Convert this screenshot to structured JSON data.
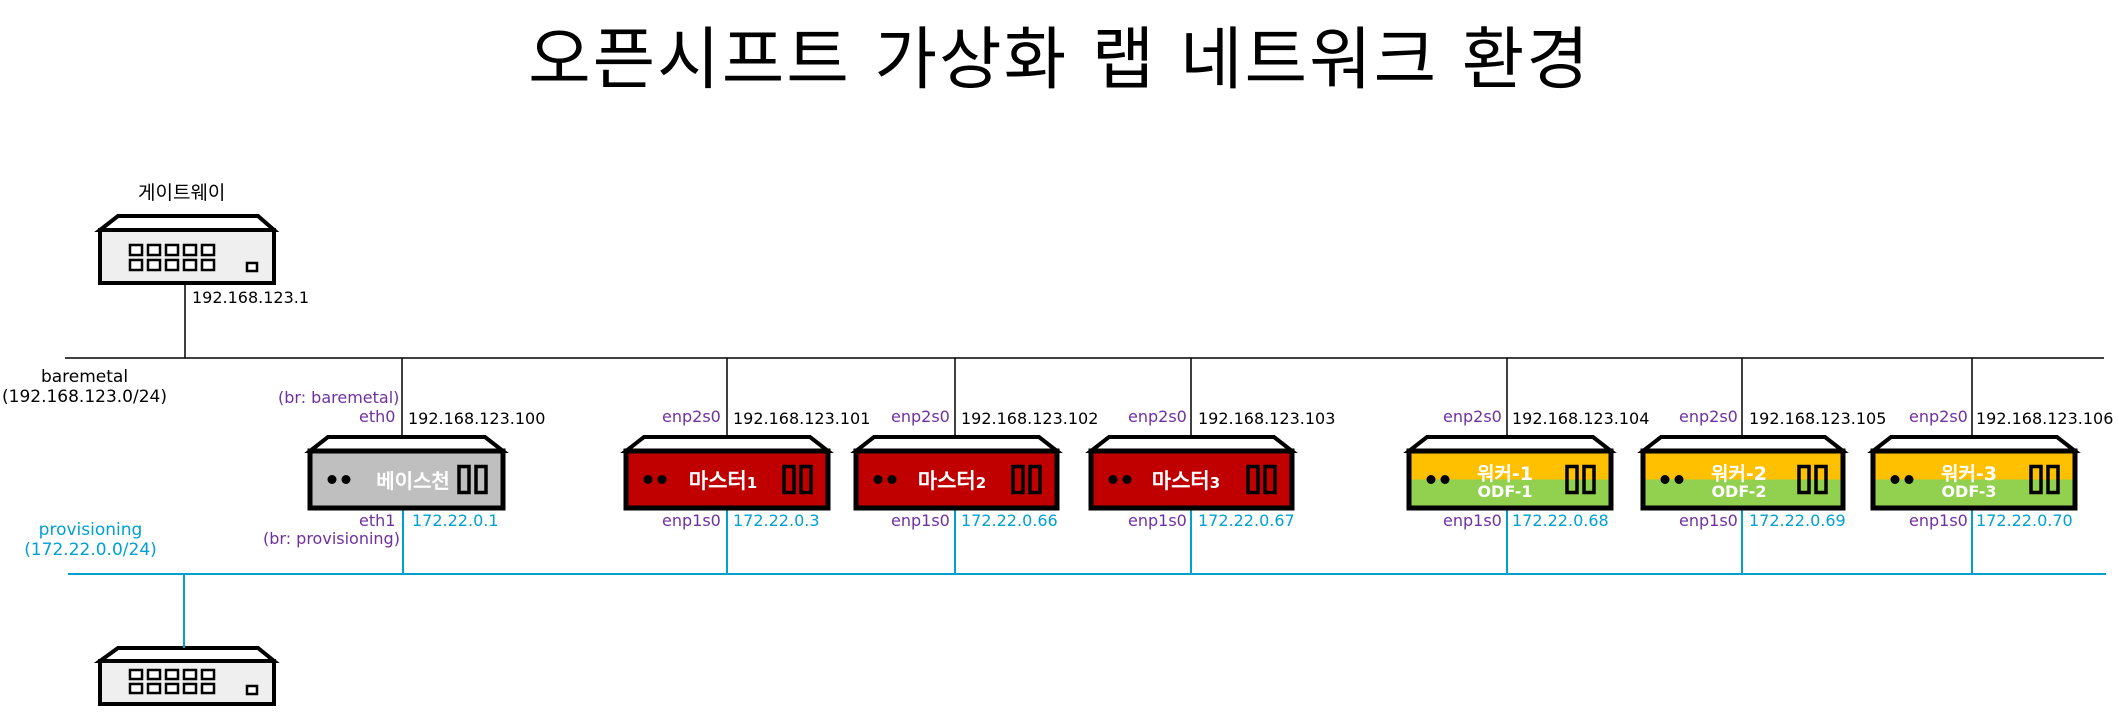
{
  "title": "오픈시프트 가상화 랩 네트워크 환경",
  "gateway": {
    "label": "게이트웨이",
    "ip": "192.168.123.1"
  },
  "networks": {
    "baremetal": {
      "name": "baremetal",
      "cidr": "(192.168.123.0/24)",
      "color": "#000000"
    },
    "provisioning": {
      "name": "provisioning",
      "cidr": "(172.22.0.0/24)",
      "color": "#00a0d2"
    }
  },
  "bastion": {
    "name": "베이스천",
    "bridge_top": "(br: baremetal)",
    "iface_top": "eth0",
    "ip_top": "192.168.123.100",
    "iface_bottom": "eth1",
    "ip_bottom": "172.22.0.1",
    "bridge_bottom": "(br: provisioning)",
    "color": "#bfbfbf"
  },
  "masters": [
    {
      "name": "마스터",
      "sub": "1",
      "iface_top": "enp2s0",
      "ip_top": "192.168.123.101",
      "iface_bottom": "enp1s0",
      "ip_bottom": "172.22.0.3"
    },
    {
      "name": "마스터",
      "sub": "2",
      "iface_top": "enp2s0",
      "ip_top": "192.168.123.102",
      "iface_bottom": "enp1s0",
      "ip_bottom": "172.22.0.66"
    },
    {
      "name": "마스터",
      "sub": "3",
      "iface_top": "enp2s0",
      "ip_top": "192.168.123.103",
      "iface_bottom": "enp1s0",
      "ip_bottom": "172.22.0.67"
    }
  ],
  "workers": [
    {
      "name": "워커-1",
      "odf": "ODF-1",
      "iface_top": "enp2s0",
      "ip_top": "192.168.123.104",
      "iface_bottom": "enp1s0",
      "ip_bottom": "172.22.0.68"
    },
    {
      "name": "워커-2",
      "odf": "ODF-2",
      "iface_top": "enp2s0",
      "ip_top": "192.168.123.105",
      "iface_bottom": "enp1s0",
      "ip_bottom": "172.22.0.69"
    },
    {
      "name": "워커-3",
      "odf": "ODF-3",
      "iface_top": "enp2s0",
      "ip_top": "192.168.123.106",
      "iface_bottom": "enp1s0",
      "ip_bottom": "172.22.0.70"
    }
  ],
  "colors": {
    "master": "#c00000",
    "worker_top": "#ffc000",
    "worker_bottom": "#92d050",
    "bastion": "#bfbfbf"
  }
}
